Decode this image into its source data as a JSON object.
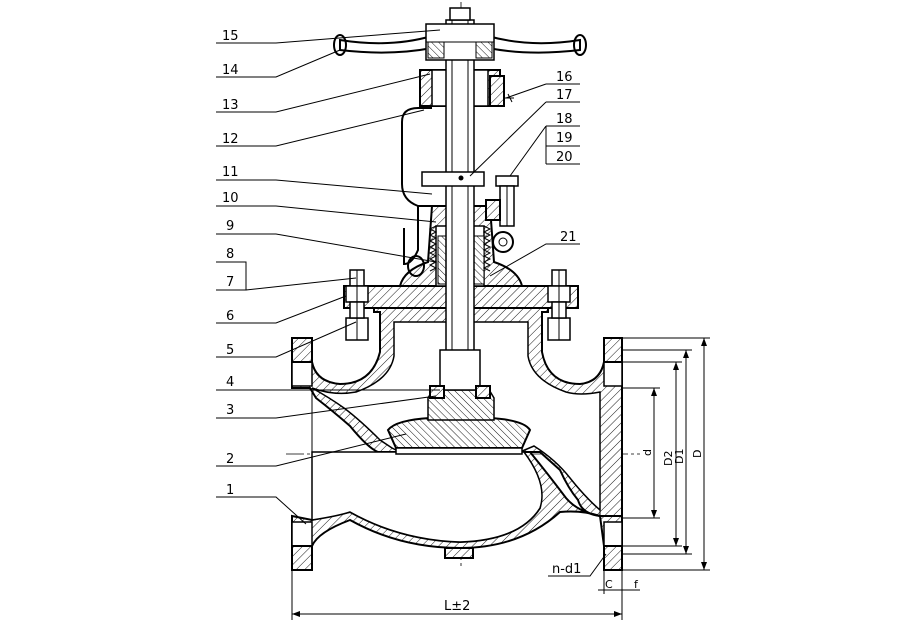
{
  "part_labels": {
    "p1": "1",
    "p2": "2",
    "p3": "3",
    "p4": "4",
    "p5": "5",
    "p6": "6",
    "p7": "7",
    "p8": "8",
    "p9": "9",
    "p10": "10",
    "p11": "11",
    "p12": "12",
    "p13": "13",
    "p14": "14",
    "p15": "15",
    "p16": "16",
    "p17": "17",
    "p18": "18",
    "p19": "19",
    "p20": "20",
    "p21": "21"
  },
  "dimensions": {
    "d": "d",
    "D2": "D2",
    "D1": "D1",
    "D": "D",
    "bolt_holes": "n-d1",
    "C": "C",
    "f": "f",
    "length": "L±2"
  }
}
